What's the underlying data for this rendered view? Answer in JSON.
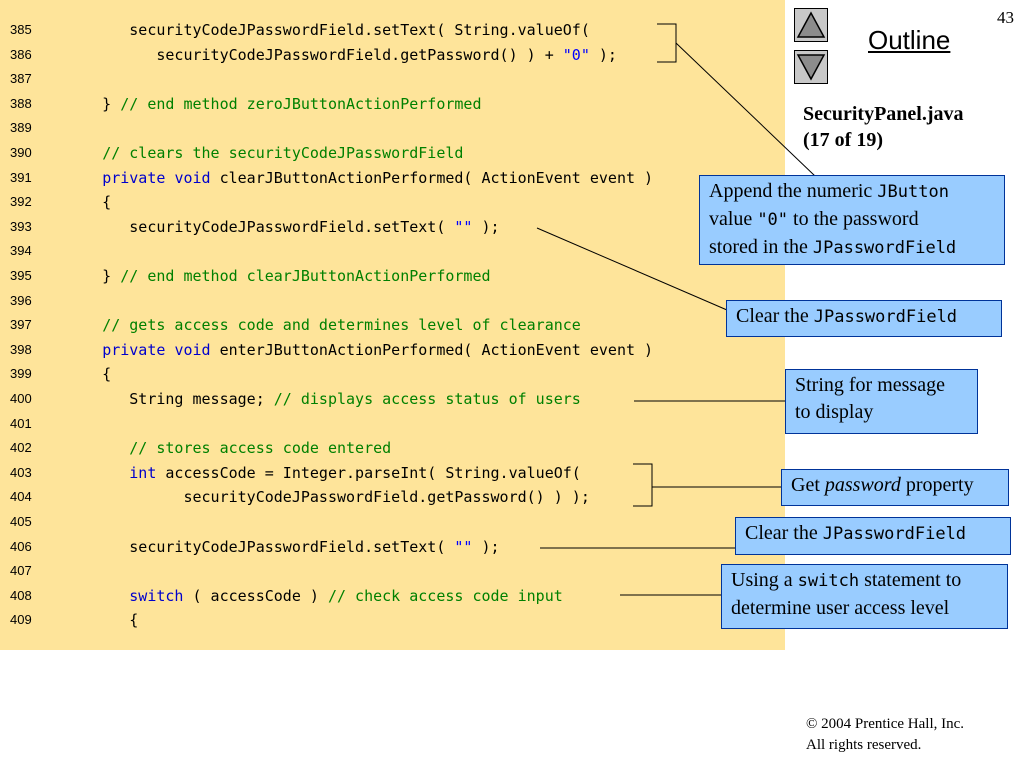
{
  "page_number": "43",
  "outline_label": "Outline",
  "filename": {
    "name": "SecurityPanel.java",
    "part": "(17 of 19)"
  },
  "code_lines": [
    {
      "num": "385",
      "segments": [
        {
          "t": "         securityCodeJPasswordField.setText( String.valueOf(",
          "c": "n"
        }
      ]
    },
    {
      "num": "386",
      "segments": [
        {
          "t": "            securityCodeJPasswordField.getPassword() ) + ",
          "c": "n"
        },
        {
          "t": "\"0\"",
          "c": "s"
        },
        {
          "t": " );",
          "c": "n"
        }
      ]
    },
    {
      "num": "387",
      "segments": []
    },
    {
      "num": "388",
      "segments": [
        {
          "t": "      } ",
          "c": "n"
        },
        {
          "t": "// end method zeroJButtonActionPerformed",
          "c": "c"
        }
      ]
    },
    {
      "num": "389",
      "segments": []
    },
    {
      "num": "390",
      "segments": [
        {
          "t": "      ",
          "c": "n"
        },
        {
          "t": "// clears the securityCodeJPasswordField",
          "c": "c"
        }
      ]
    },
    {
      "num": "391",
      "segments": [
        {
          "t": "      ",
          "c": "n"
        },
        {
          "t": "private",
          "c": "k"
        },
        {
          "t": " ",
          "c": "n"
        },
        {
          "t": "void",
          "c": "k"
        },
        {
          "t": " clearJButtonActionPerformed( ActionEvent event )",
          "c": "n"
        }
      ]
    },
    {
      "num": "392",
      "segments": [
        {
          "t": "      {",
          "c": "n"
        }
      ]
    },
    {
      "num": "393",
      "segments": [
        {
          "t": "         securityCodeJPasswordField.setText( ",
          "c": "n"
        },
        {
          "t": "\"\"",
          "c": "s"
        },
        {
          "t": " );",
          "c": "n"
        }
      ]
    },
    {
      "num": "394",
      "segments": []
    },
    {
      "num": "395",
      "segments": [
        {
          "t": "      } ",
          "c": "n"
        },
        {
          "t": "// end method clearJButtonActionPerformed",
          "c": "c"
        }
      ]
    },
    {
      "num": "396",
      "segments": []
    },
    {
      "num": "397",
      "segments": [
        {
          "t": "      ",
          "c": "n"
        },
        {
          "t": "// gets access code and determines level of clearance",
          "c": "c"
        }
      ]
    },
    {
      "num": "398",
      "segments": [
        {
          "t": "      ",
          "c": "n"
        },
        {
          "t": "private",
          "c": "k"
        },
        {
          "t": " ",
          "c": "n"
        },
        {
          "t": "void",
          "c": "k"
        },
        {
          "t": " enterJButtonActionPerformed( ActionEvent event )",
          "c": "n"
        }
      ]
    },
    {
      "num": "399",
      "segments": [
        {
          "t": "      {",
          "c": "n"
        }
      ]
    },
    {
      "num": "400",
      "segments": [
        {
          "t": "         String message; ",
          "c": "n"
        },
        {
          "t": "// displays access status of users",
          "c": "c"
        }
      ]
    },
    {
      "num": "401",
      "segments": []
    },
    {
      "num": "402",
      "segments": [
        {
          "t": "         ",
          "c": "n"
        },
        {
          "t": "// stores access code entered",
          "c": "c"
        }
      ]
    },
    {
      "num": "403",
      "segments": [
        {
          "t": "         ",
          "c": "n"
        },
        {
          "t": "int",
          "c": "k"
        },
        {
          "t": " accessCode = Integer.parseInt( String.valueOf(",
          "c": "n"
        }
      ]
    },
    {
      "num": "404",
      "segments": [
        {
          "t": "               securityCodeJPasswordField.getPassword() ) );",
          "c": "n"
        }
      ]
    },
    {
      "num": "405",
      "segments": []
    },
    {
      "num": "406",
      "segments": [
        {
          "t": "         securityCodeJPasswordField.setText( ",
          "c": "n"
        },
        {
          "t": "\"\"",
          "c": "s"
        },
        {
          "t": " );",
          "c": "n"
        }
      ]
    },
    {
      "num": "407",
      "segments": []
    },
    {
      "num": "408",
      "segments": [
        {
          "t": "         ",
          "c": "n"
        },
        {
          "t": "switch",
          "c": "k"
        },
        {
          "t": " ( accessCode ) ",
          "c": "n"
        },
        {
          "t": "// check access code input",
          "c": "c"
        }
      ]
    },
    {
      "num": "409",
      "segments": [
        {
          "t": "         {",
          "c": "n"
        }
      ]
    }
  ],
  "callouts": {
    "append": {
      "p1": "Append the numeric ",
      "m1": "JButton",
      "p2": "value ",
      "m2": "\"0\"",
      "p3": " to the password",
      "p4": "stored in the ",
      "m3": "JPasswordField"
    },
    "clear1": {
      "p1": "Clear the ",
      "m1": "JPasswordField"
    },
    "string_msg": {
      "l1": "String for message",
      "l2": "to display"
    },
    "get_pw": {
      "p1": "Get ",
      "i1": "password",
      "p2": " property"
    },
    "clear2": {
      "p1": "Clear the ",
      "m1": "JPasswordField"
    },
    "switch_stmt": {
      "p1": "Using a ",
      "m1": "switch",
      "p2": " statement to",
      "l2": "determine user access level"
    }
  },
  "copyright": {
    "l1": "© 2004 Prentice Hall, Inc.",
    "l2": "All rights reserved."
  },
  "nav_icons": {
    "up": "triangle-up-icon",
    "down": "triangle-down-icon"
  }
}
